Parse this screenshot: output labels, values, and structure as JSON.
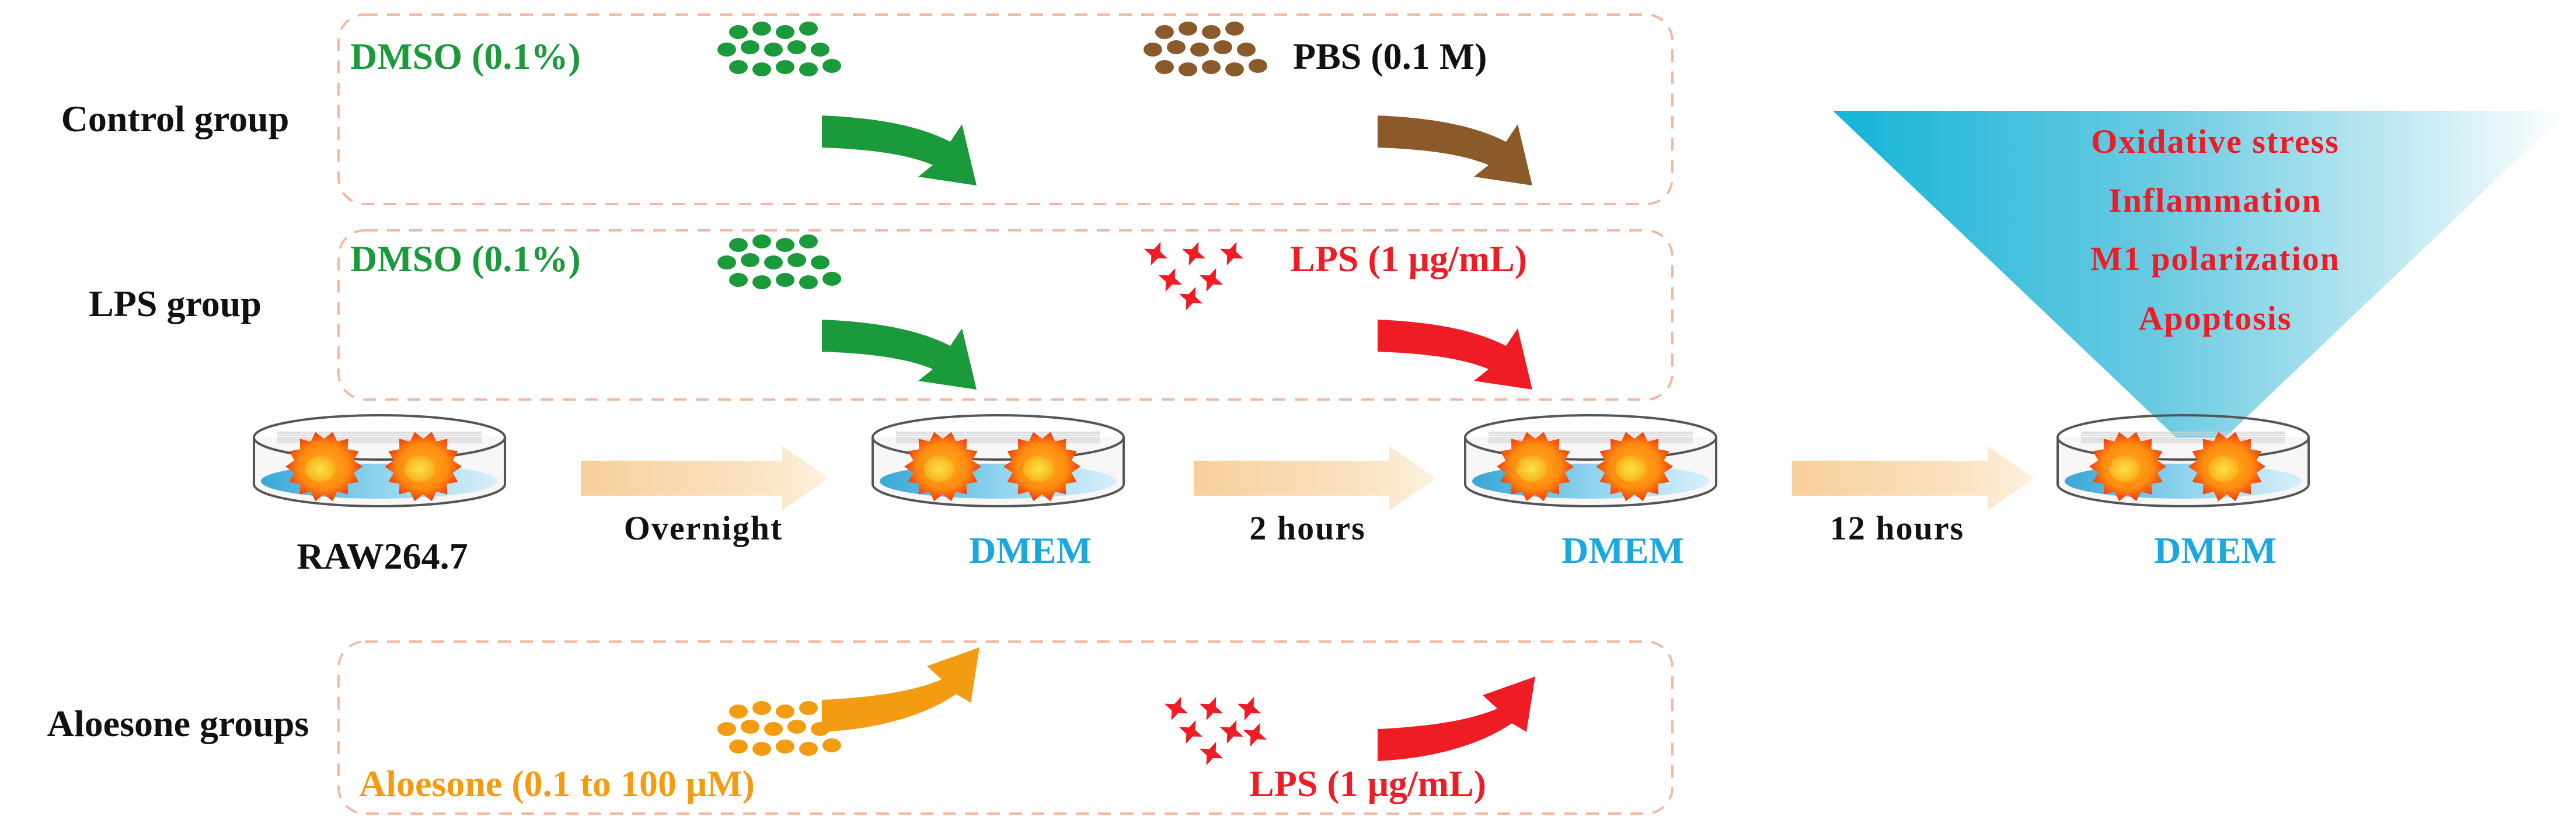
{
  "groups": {
    "control": "Control group",
    "lps": "LPS group",
    "aloesone": "Aloesone groups"
  },
  "treatments": {
    "control_dmso": "DMSO (0.1%)",
    "control_pbs": "PBS (0.1 M)",
    "lps_dmso": "DMSO (0.1%)",
    "lps_lps": "LPS (1 μg/mL)",
    "aloesone_aloesone": "Aloesone (0.1 to 100 μM)",
    "aloesone_lps": "LPS (1 μg/mL)"
  },
  "timeline": {
    "cell_line": "RAW264.7",
    "step1": "Overnight",
    "step2": "2 hours",
    "step3": "12 hours",
    "medium_1": "DMEM",
    "medium_2": "DMEM",
    "medium_3": "DMEM"
  },
  "outcomes": [
    "Oxidative stress",
    "Inflammation",
    "M1 polarization",
    "Apoptosis"
  ],
  "colors": {
    "green": "#1a9a3a",
    "brown": "#8b5a2b",
    "red": "#ee1c25",
    "orange": "#f39c12",
    "blue_text": "#1ca7e0",
    "dash": "#f4b8a0"
  }
}
